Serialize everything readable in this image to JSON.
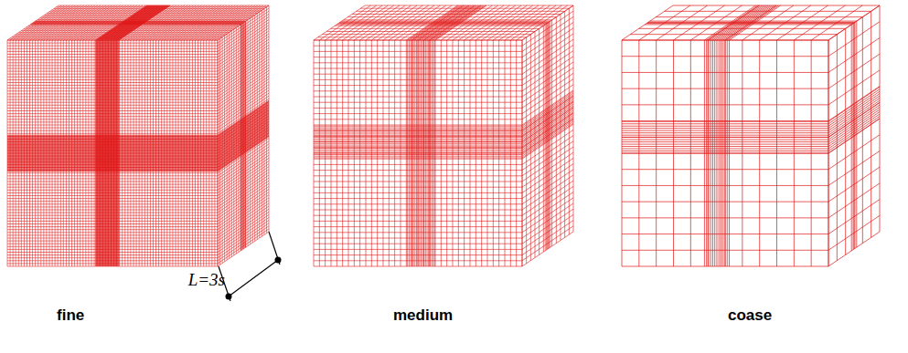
{
  "diagram": {
    "labels": [
      "fine",
      "L=3s",
      "medium",
      "coase"
    ]
  }
}
